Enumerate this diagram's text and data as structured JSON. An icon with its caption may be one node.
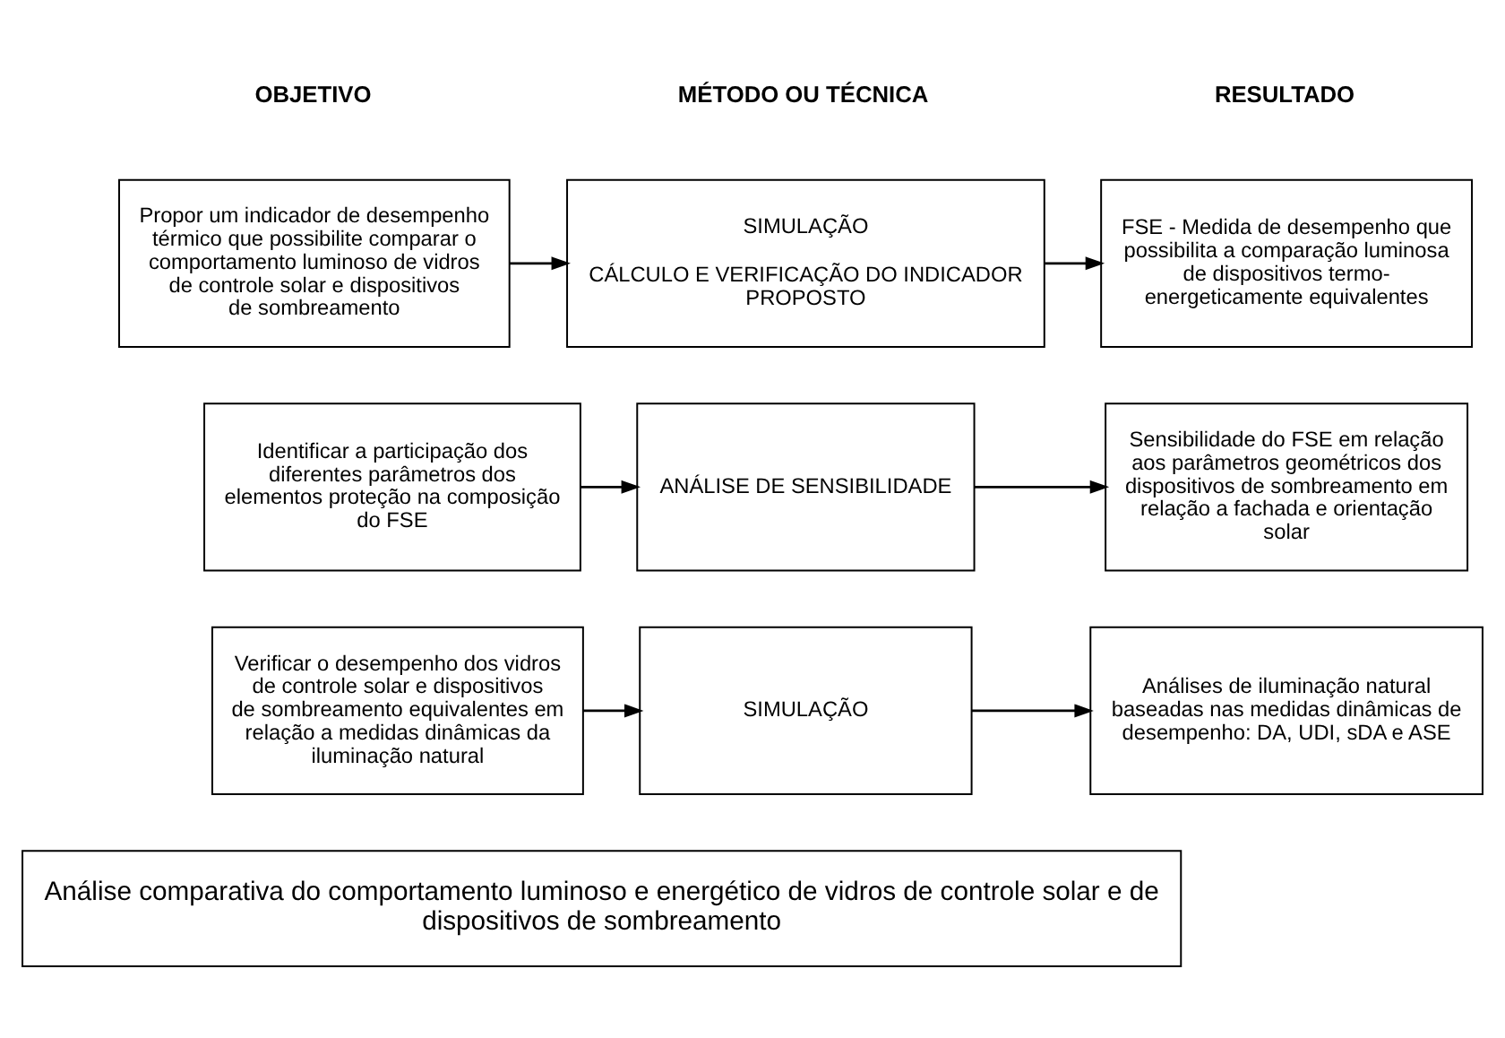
{
  "diagram": {
    "nodes": [
      {
        "text": [
          "Propor um indicador de desempenho térmico que possibilite comparar o comportamento luminoso de vidros de controle solar e dispositivos de sombreamento"
        ]
      },
      {
        "text": [
          "SIMULAÇÃO",
          "CÁLCULO E VERIFICAÇÃO DO INDICADOR PROPOSTO"
        ]
      },
      {
        "text": [
          "FSE - Medida de desempenho que possibilita a comparação luminosa de dispositivos termo-energeticamente equivalentes"
        ]
      },
      {
        "text": [
          "Identificar a participação dos diferentes parâmetros dos elementos proteção na composição do FSE"
        ]
      },
      {
        "text": [
          "ANÁLISE DE SENSIBILIDADE"
        ]
      },
      {
        "text": [
          "Sensibilidade do FSE em relação aos parâmetros geométricos dos dispositivos de sombreamento em relação a fachada e orientação solar"
        ]
      },
      {
        "text": [
          "Verificar o desempenho dos vidros de controle solar e dispositivos de sombreamento equivalentes em relação a medidas dinâmicas da iluminação natural"
        ]
      },
      {
        "text": [
          "SIMULAÇÃO"
        ]
      },
      {
        "text": [
          "Análises de iluminação natural baseadas nas medidas dinâmicas de desempenho: DA, UDI, sDA e ASE"
        ]
      },
      {
        "text": [
          "Análise comparativa do comportamento luminoso e energético de vidros de controle solar e de dispositivos de sombreamento"
        ]
      }
    ],
    "edges": [
      {
        "from": 0,
        "to": 1,
        "arrow": "to"
      },
      {
        "from": 1,
        "to": 2,
        "arrow": "to"
      },
      {
        "from": 3,
        "to": 4,
        "arrow": "to"
      },
      {
        "from": 4,
        "to": 5,
        "arrow": "to"
      },
      {
        "from": 6,
        "to": 7,
        "arrow": "to"
      },
      {
        "from": 7,
        "to": 8,
        "arrow": "to"
      }
    ],
    "labels": [
      "OBJETIVO",
      "MÉTODO OU TÉCNICA",
      "RESULTADO"
    ]
  }
}
